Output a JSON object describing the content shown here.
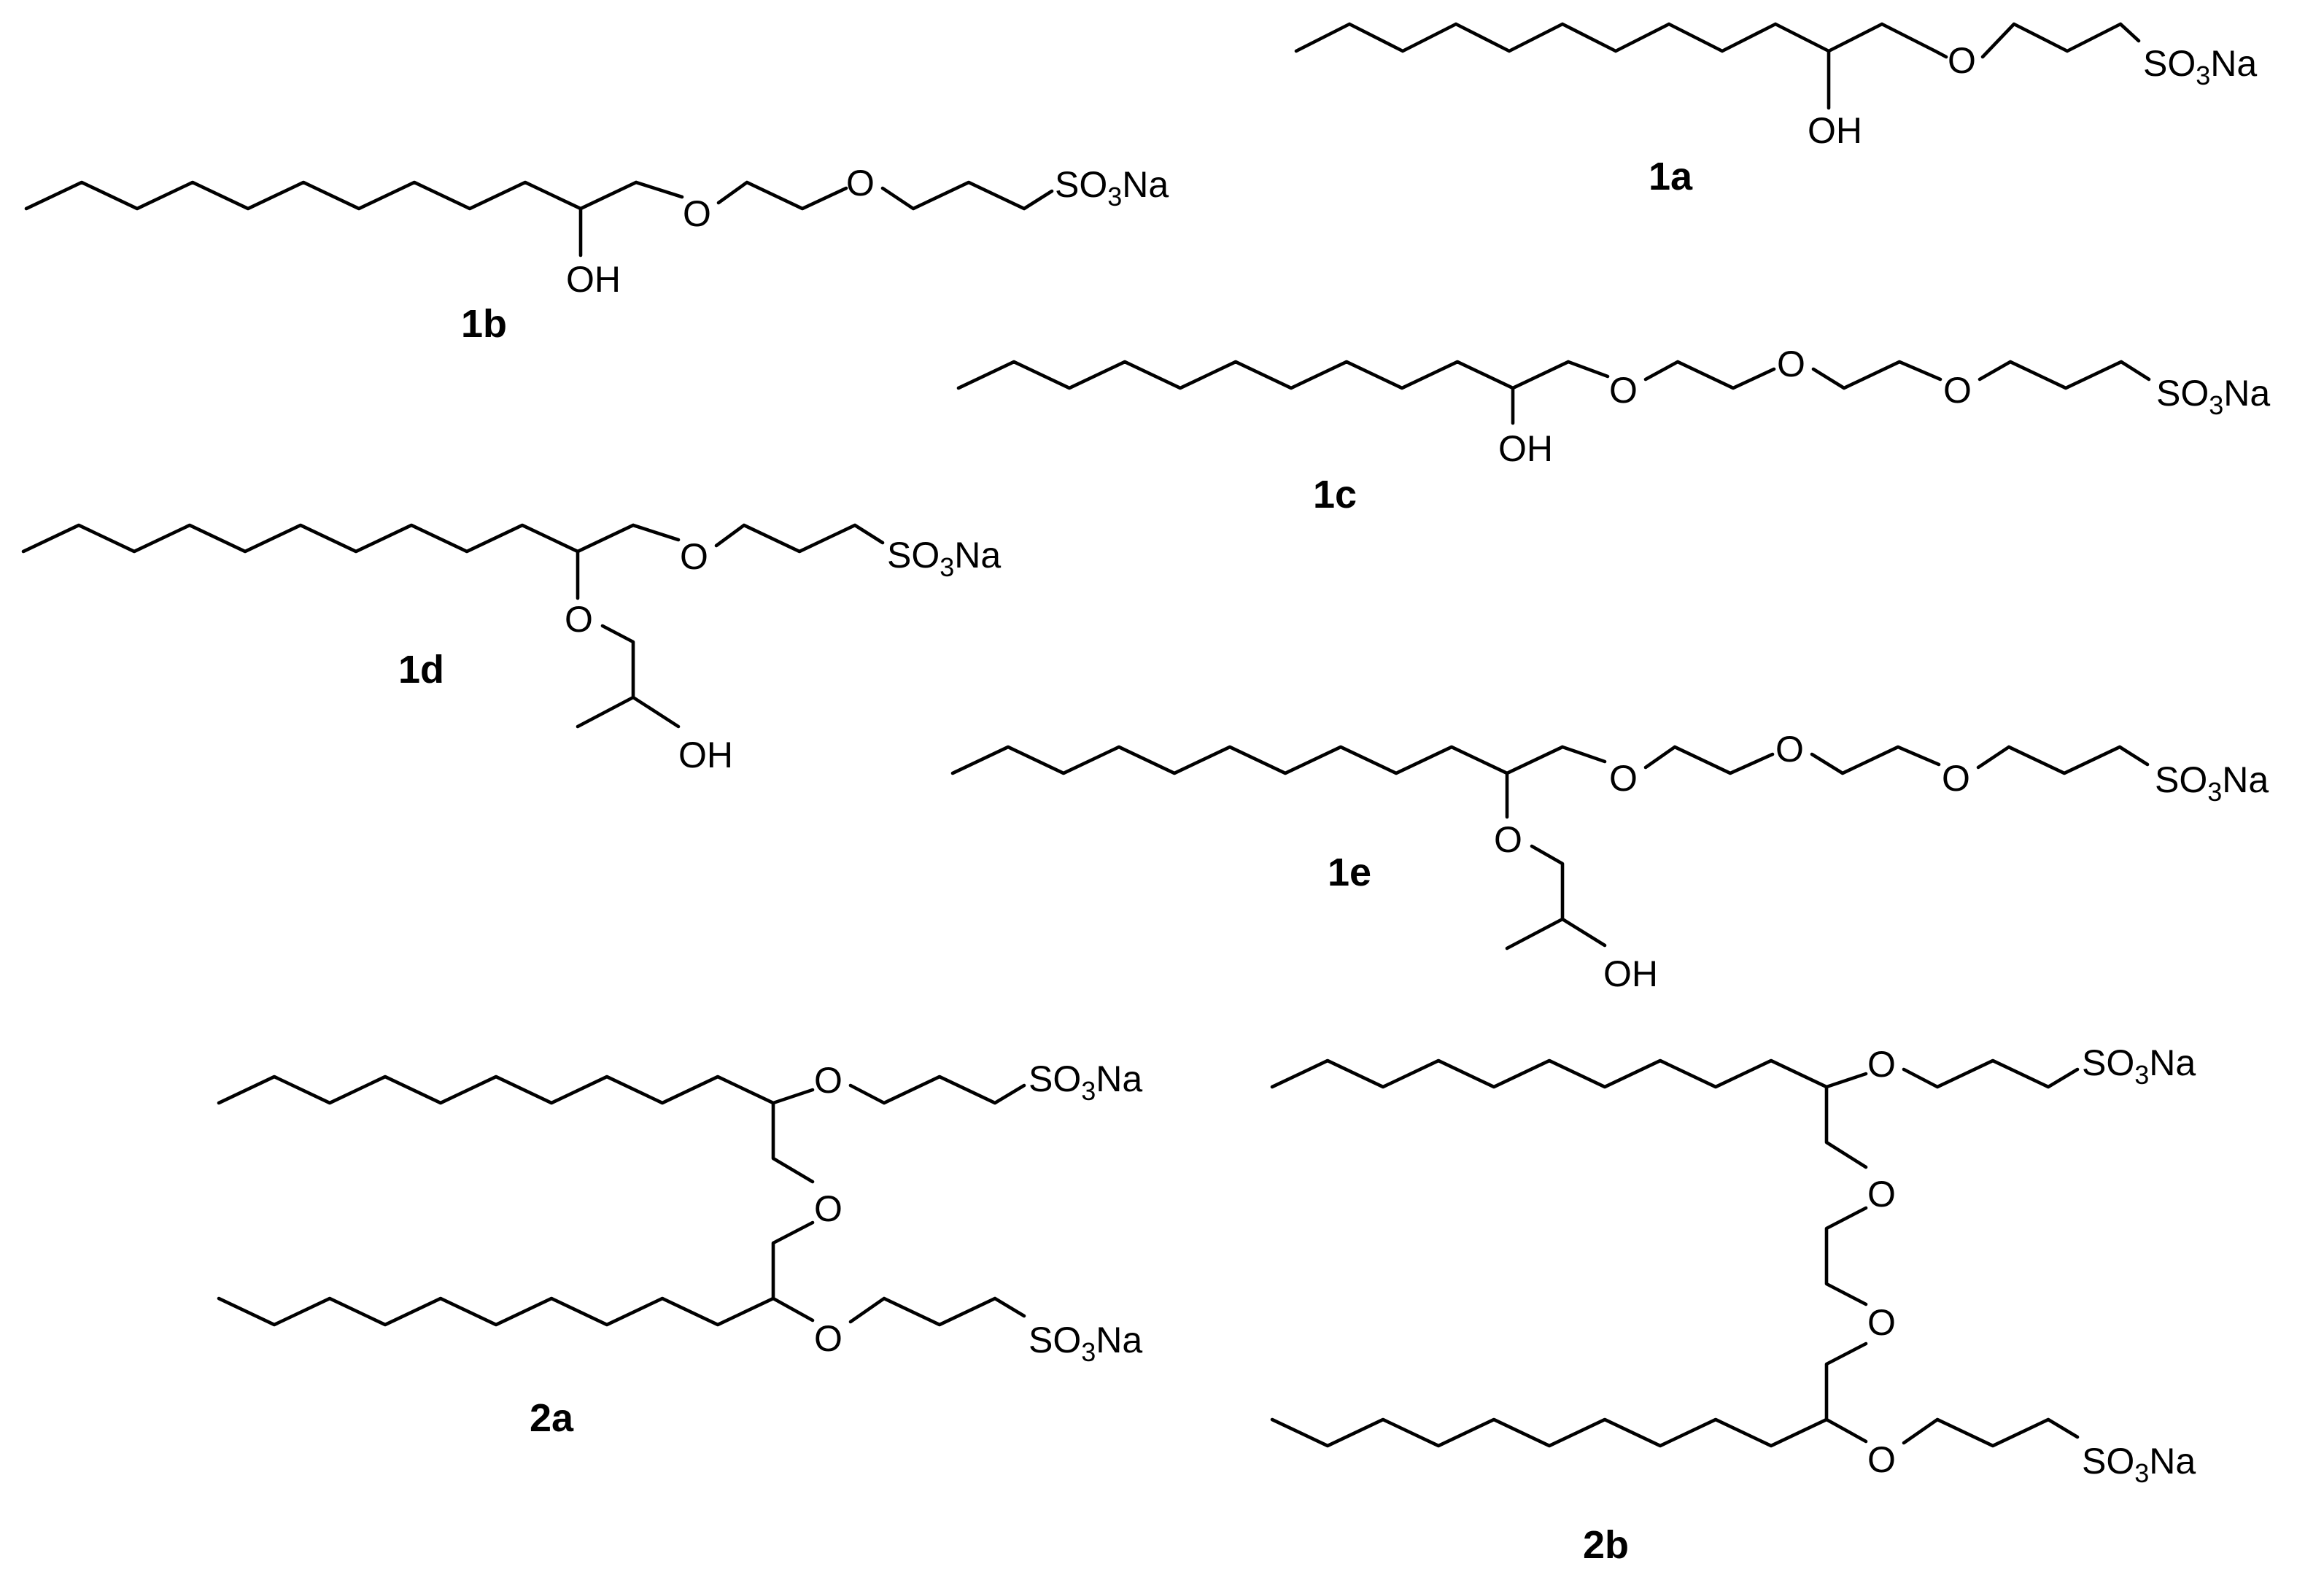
{
  "compounds": [
    {
      "id": "1a",
      "label": "1a",
      "head": {
        "text": "SO",
        "sub": "3",
        "tail": "Na"
      },
      "ether_o": [
        "O"
      ],
      "hydroxyl": "OH"
    },
    {
      "id": "1b",
      "label": "1b",
      "head": {
        "text": "SO",
        "sub": "3",
        "tail": "Na"
      },
      "ether_o": [
        "O",
        "O"
      ],
      "hydroxyl": "OH"
    },
    {
      "id": "1c",
      "label": "1c",
      "head": {
        "text": "SO",
        "sub": "3",
        "tail": "Na"
      },
      "ether_o": [
        "O",
        "O",
        "O"
      ],
      "hydroxyl": "OH"
    },
    {
      "id": "1d",
      "label": "1d",
      "head": {
        "text": "SO",
        "sub": "3",
        "tail": "Na"
      },
      "ether_o": [
        "O",
        "O"
      ],
      "hydroxyl": "OH"
    },
    {
      "id": "1e",
      "label": "1e",
      "head": {
        "text": "SO",
        "sub": "3",
        "tail": "Na"
      },
      "ether_o": [
        "O",
        "O",
        "O",
        "O"
      ],
      "hydroxyl": "OH"
    },
    {
      "id": "2a",
      "label": "2a",
      "head": {
        "text": "SO",
        "sub": "3",
        "tail": "Na"
      },
      "ether_o": [
        "O",
        "O",
        "O"
      ]
    },
    {
      "id": "2b",
      "label": "2b",
      "head": {
        "text": "SO",
        "sub": "3",
        "tail": "Na"
      },
      "ether_o": [
        "O",
        "O",
        "O",
        "O"
      ]
    }
  ]
}
